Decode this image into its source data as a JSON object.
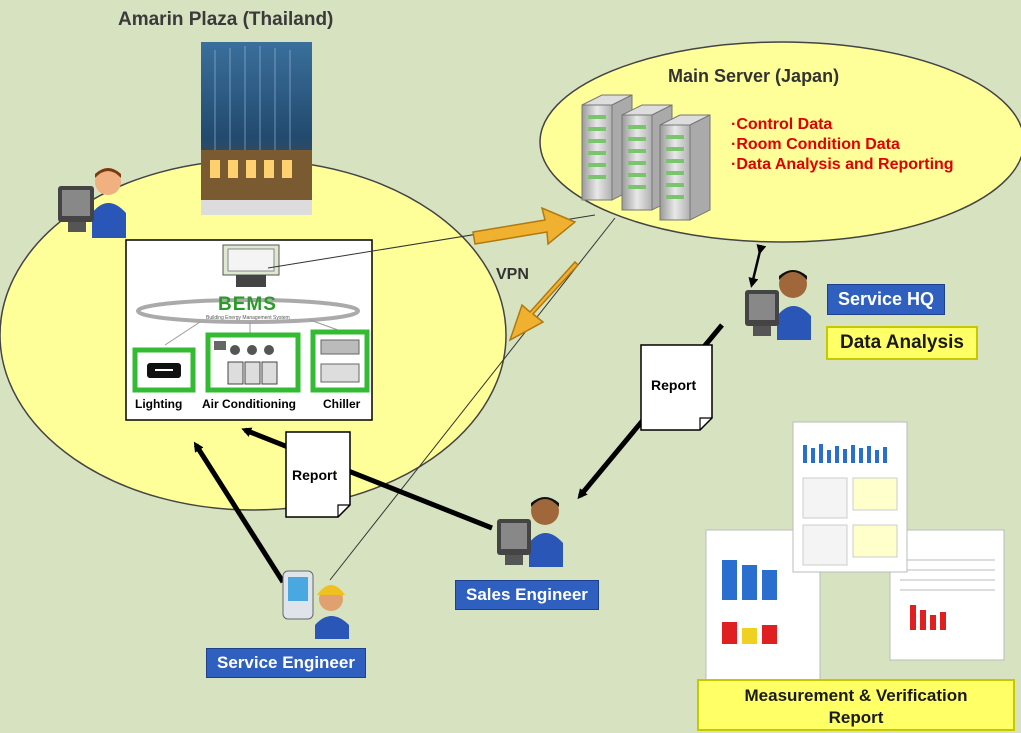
{
  "site": {
    "title": "Amarin Plaza (Thailand)"
  },
  "server": {
    "title": "Main Server (Japan)",
    "items": [
      "·Control Data",
      "·Room Condition Data",
      "·Data Analysis and Reporting"
    ]
  },
  "network": {
    "label": "VPN"
  },
  "bems": {
    "logo": "BEMS",
    "subtitle": "Building Energy Management System",
    "equipment": [
      "Lighting",
      "Air Conditioning",
      "Chiller"
    ]
  },
  "roles": {
    "service_hq": "Service HQ",
    "sales_engineer": "Sales Engineer",
    "service_engineer": "Service Engineer"
  },
  "tasks": {
    "data_analysis": "Data Analysis"
  },
  "documents": {
    "report_1": "Report",
    "report_2": "Report"
  },
  "mv_report": {
    "line1": "Measurement & Verification",
    "line2": "Report"
  },
  "colors": {
    "background": "#d7e3c0",
    "ellipse_fill": "#ffff99",
    "badge_blue": "#2f5fbf",
    "label_yellow": "#ffff66",
    "arrow_orange": "#f0b030",
    "server_text_red": "#e00000"
  }
}
